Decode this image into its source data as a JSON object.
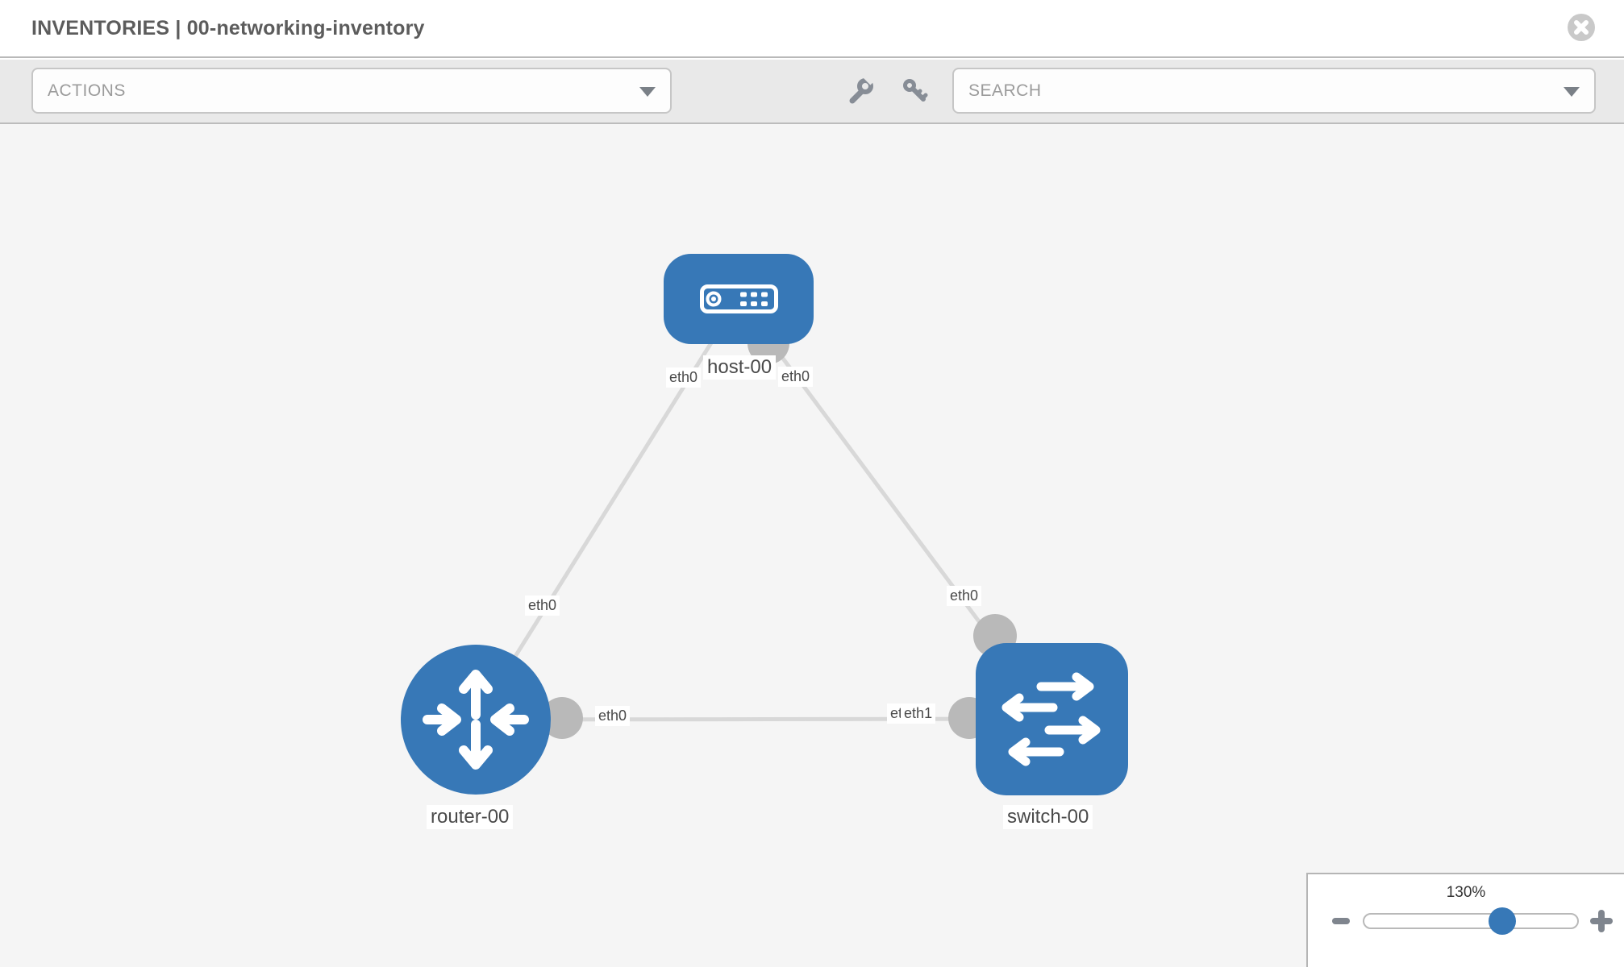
{
  "header": {
    "title": "INVENTORIES | 00-networking-inventory"
  },
  "toolbar": {
    "actions_label": "ACTIONS",
    "search_label": "SEARCH",
    "icons": [
      "wrench-icon",
      "key-icon"
    ]
  },
  "topology": {
    "nodes": [
      {
        "id": "host-00",
        "label": "host-00",
        "type": "host",
        "shape": "rounded-rect"
      },
      {
        "id": "router-00",
        "label": "router-00",
        "type": "router",
        "shape": "circle"
      },
      {
        "id": "switch-00",
        "label": "switch-00",
        "type": "switch",
        "shape": "rounded-square"
      }
    ],
    "links": [
      {
        "from": "host-00",
        "to": "router-00",
        "from_label": "eth0",
        "to_label": "eth0"
      },
      {
        "from": "host-00",
        "to": "switch-00",
        "from_label": "eth0",
        "to_label": "eth0"
      },
      {
        "from": "router-00",
        "to": "switch-00",
        "from_label": "eth0",
        "to_label": "eth1",
        "to_label_back": "eth1",
        "visible_overlap_text": "etleth1"
      }
    ]
  },
  "zoom_control": {
    "level": "130%",
    "value": 130
  },
  "colors": {
    "node_blue": "#3778b7",
    "link_gray": "#d8d8d8",
    "port_gray": "#b9b9b9",
    "toolbar_bg": "#e9e9e9",
    "canvas_bg": "#f5f5f5",
    "label_text": "#4a4a4a"
  }
}
